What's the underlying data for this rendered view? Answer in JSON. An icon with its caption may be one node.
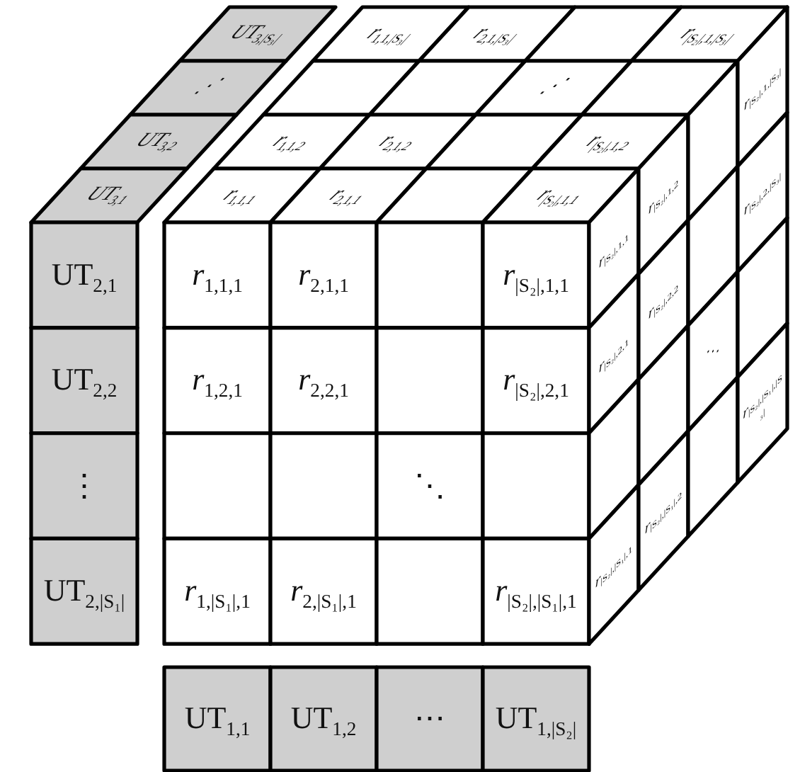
{
  "diagram": {
    "nodes": [
      {
        "text": [
          "UT$_{3,|S₃|}$"
        ]
      },
      {
        "text": [
          "⋰"
        ]
      },
      {
        "text": [
          "UT$_{3,2}$"
        ]
      },
      {
        "text": [
          "UT$_{3,1}$"
        ]
      },
      {
        "text": [
          "*r*$_{1,1,|S₃|}$"
        ]
      },
      {
        "text": [
          "*r*$_{2,1,|S₃|}$"
        ]
      },
      {
        "text": [],
        "shape": "parallelogram"
      },
      {
        "text": [
          "*r*$_{|S₂|,1,|S₃|}$"
        ]
      },
      {
        "text": [],
        "shape": "parallelogram"
      },
      {
        "text": [],
        "shape": "parallelogram"
      },
      {
        "text": [
          "⋰"
        ]
      },
      {
        "text": [],
        "shape": "parallelogram"
      },
      {
        "text": [
          "*r*$_{1,1,2}$"
        ]
      },
      {
        "text": [
          "*r*$_{2,1,2}$"
        ]
      },
      {
        "text": [],
        "shape": "parallelogram"
      },
      {
        "text": [
          "*r*$_{|S₂|,1,2}$"
        ]
      },
      {
        "text": [
          "*r*$_{1,1,1}$"
        ]
      },
      {
        "text": [
          "*r*$_{2,1,1}$"
        ]
      },
      {
        "text": [],
        "shape": "parallelogram"
      },
      {
        "text": [
          "*r*$_{|S₂|,1,1}$"
        ]
      },
      {
        "text": [
          "UT$_{2,1}$"
        ]
      },
      {
        "text": [
          "UT$_{2,2}$"
        ]
      },
      {
        "text": [
          "⋮"
        ]
      },
      {
        "text": [
          "UT$_{2,|S₁|}$"
        ]
      },
      {
        "text": [
          "*r*$_{1,1,1}$"
        ]
      },
      {
        "text": [
          "*r*$_{2,1,1}$"
        ]
      },
      {
        "text": [],
        "shape": "box"
      },
      {
        "text": [
          "*r*$_{|S₂|,1,1}$"
        ]
      },
      {
        "text": [
          "*r*$_{1,2,1}$"
        ]
      },
      {
        "text": [
          "*r*$_{2,2,1}$"
        ]
      },
      {
        "text": [],
        "shape": "box"
      },
      {
        "text": [
          "*r*$_{|S₂|,2,1}$"
        ]
      },
      {
        "text": [],
        "shape": "box"
      },
      {
        "text": [],
        "shape": "box"
      },
      {
        "text": [
          "⋱"
        ]
      },
      {
        "text": [],
        "shape": "box"
      },
      {
        "text": [
          "*r*$_{1,|S₁|,1}$"
        ]
      },
      {
        "text": [
          "*r*$_{2,|S₁|,1}$"
        ]
      },
      {
        "text": [],
        "shape": "box"
      },
      {
        "text": [
          "*r*$_{|S₂|,|S₁|,1}$"
        ]
      },
      {
        "text": [
          "*r*$_{|S₂|,1,1}$"
        ]
      },
      {
        "text": [
          "*r*$_{|S₂|,1,2}$"
        ]
      },
      {
        "text": [],
        "shape": "parallelogram"
      },
      {
        "text": [
          "*r*$_{|S₂|,1,|S₃|}$"
        ]
      },
      {
        "text": [
          "*r*$_{|S₂|,2,1}$"
        ]
      },
      {
        "text": [
          "*r*$_{|S₂|,2,2}$"
        ]
      },
      {
        "text": [],
        "shape": "parallelogram"
      },
      {
        "text": [
          "*r*$_{|S₂|,2,|S₃|}$"
        ]
      },
      {
        "text": [],
        "shape": "parallelogram"
      },
      {
        "text": [],
        "shape": "parallelogram"
      },
      {
        "text": [
          "⋱"
        ]
      },
      {
        "text": [],
        "shape": "parallelogram"
      },
      {
        "text": [
          "*r*$_{|S₂|,|S₁|,1}$"
        ]
      },
      {
        "text": [
          "*r*$_{|S₂|,|S₁|,2}$"
        ]
      },
      {
        "text": [],
        "shape": "parallelogram"
      },
      {
        "text": [
          "*r*$_{|S₂|,|S₁|,|S₃|}$"
        ]
      },
      {
        "text": [
          "UT$_{1,1}$"
        ]
      },
      {
        "text": [
          "UT$_{1,2}$"
        ]
      },
      {
        "text": [
          "⋯"
        ]
      },
      {
        "text": [
          "UT$_{1,|S₂|}$"
        ]
      }
    ]
  }
}
